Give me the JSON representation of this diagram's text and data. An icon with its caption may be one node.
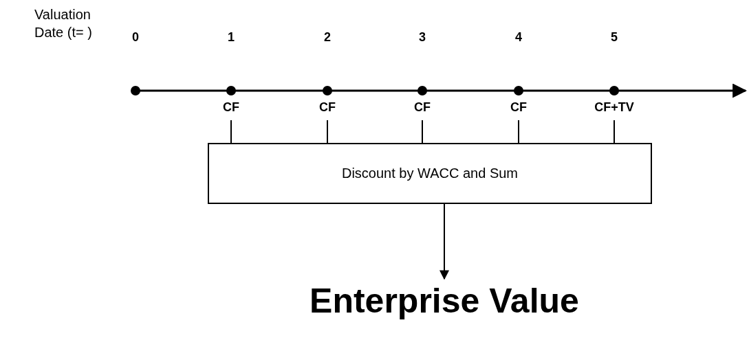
{
  "diagram": {
    "nodes": [
      {
        "text": [
          "CF"
        ]
      },
      {
        "text": [
          "CF"
        ]
      },
      {
        "text": [
          "CF"
        ]
      },
      {
        "text": [
          "CF"
        ]
      },
      {
        "text": [
          "CF+TV"
        ]
      },
      {
        "text": [
          "Discount by WACC and Sum"
        ]
      },
      {
        "text": [
          "Enterprise Value"
        ]
      }
    ],
    "edges": [
      {
        "from": 0,
        "to": 5,
        "arrow": "none"
      },
      {
        "from": 1,
        "to": 5,
        "arrow": "none"
      },
      {
        "from": 2,
        "to": 5,
        "arrow": "none"
      },
      {
        "from": 3,
        "to": 5,
        "arrow": "none"
      },
      {
        "from": 4,
        "to": 5,
        "arrow": "none"
      },
      {
        "from": 5,
        "to": 6,
        "arrow": "to"
      }
    ],
    "labels": [
      "Valuation Date (t= )",
      "0",
      "1",
      "2",
      "3",
      "4",
      "5"
    ]
  }
}
